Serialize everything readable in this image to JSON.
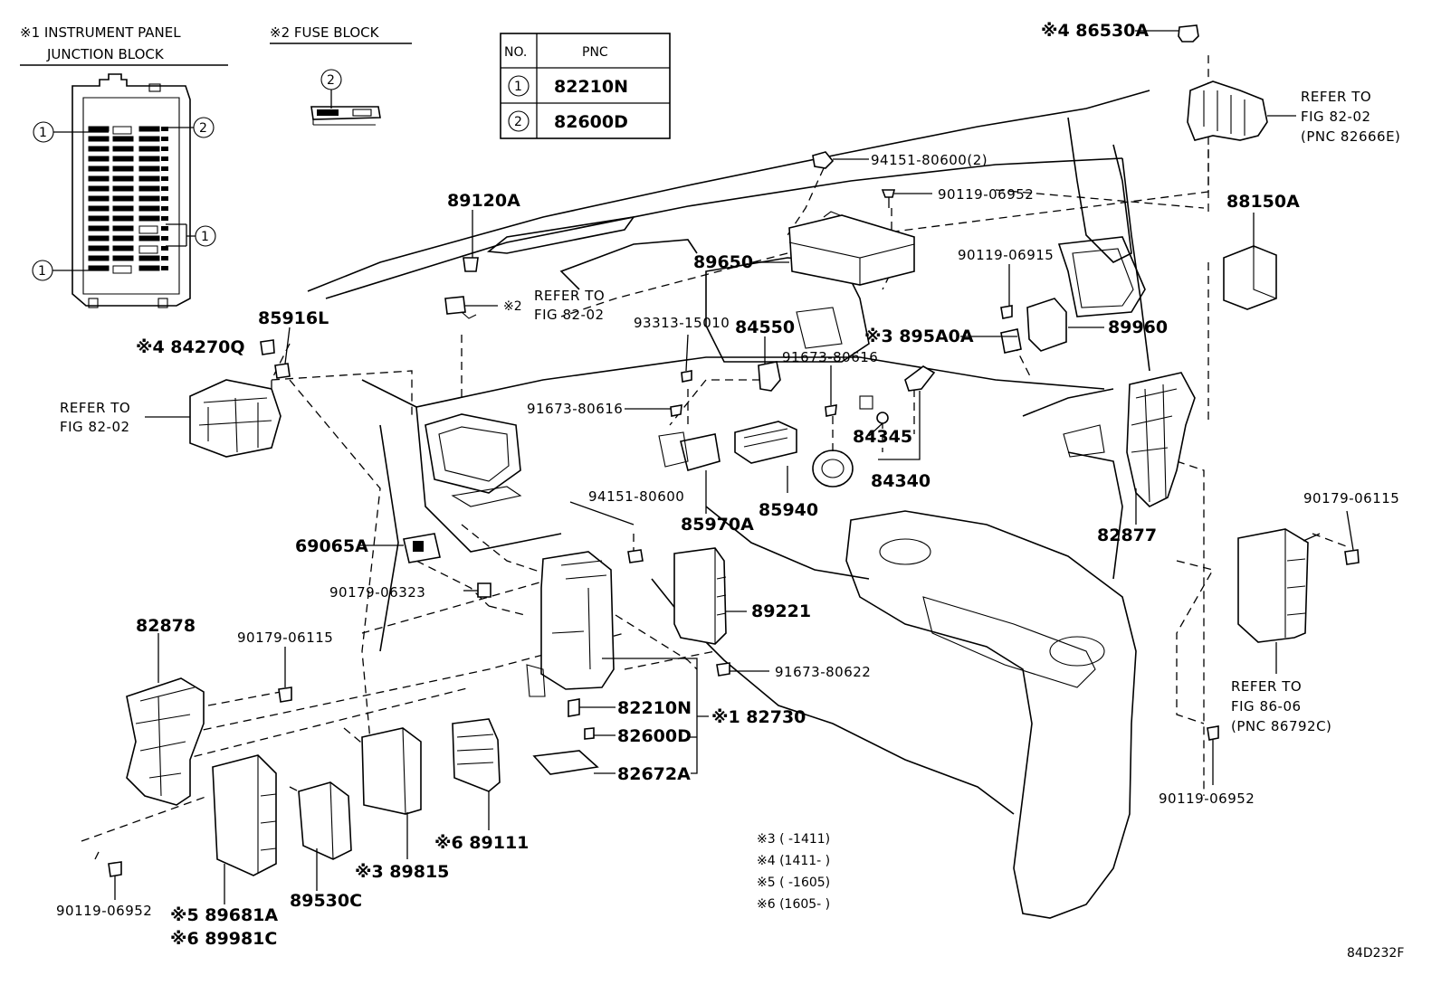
{
  "legend_jb": {
    "line1": "※1 INSTRUMENT PANEL",
    "line2": "JUNCTION BLOCK"
  },
  "legend_fuse": {
    "title": "※2  FUSE BLOCK"
  },
  "pnc_table": {
    "col_no": "NO.",
    "col_pnc": "PNC",
    "rows": [
      {
        "no": "1",
        "pnc": "82210N"
      },
      {
        "no": "2",
        "pnc": "82600D"
      }
    ]
  },
  "callouts": {
    "one": "1",
    "two": "2"
  },
  "parts": {
    "p86530A": "※4 86530A",
    "p82666_1": "REFER TO",
    "p82666_2": "FIG 82-02",
    "p82666_3": "(PNC 82666E)",
    "p94151_2": "94151-80600(2)",
    "p90119_06952_top": "90119-06952",
    "p88150A": "88150A",
    "p89120A": "89120A",
    "p89650": "89650",
    "p90119_06915": "90119-06915",
    "p2_ref_mark": "※2",
    "p2_ref_1": "REFER TO",
    "p2_ref_2": "FIG 82-02",
    "p85916L": "85916L",
    "p84270Q": "※4 84270Q",
    "p93313": "93313-15010",
    "p84550": "84550",
    "p895A0A": "※3 895A0A",
    "p89960": "89960",
    "p91673_80616_a": "91673-80616",
    "p91673_80616_b": "91673-80616",
    "left_ref_1": "REFER TO",
    "left_ref_2": "FIG 82-02",
    "p84345": "84345",
    "p84340": "84340",
    "p85940": "85940",
    "p94151_80600": "94151-80600",
    "p85970A": "85970A",
    "p82877": "82877",
    "p90179_06115_r": "90179-06115",
    "p69065A": "69065A",
    "p90179_06323": "90179-06323",
    "p89221": "89221",
    "p82878": "82878",
    "p90179_06115_l": "90179-06115",
    "p91673_80622": "91673-80622",
    "right_ref_1": "REFER TO",
    "right_ref_2": "FIG 86-06",
    "right_ref_3": "(PNC 86792C)",
    "p82210N": "82210N",
    "p82730": "※1 82730",
    "p82600D": "82600D",
    "p82672A": "82672A",
    "p90119_06952_r": "90119-06952",
    "p89111": "※6 89111",
    "p89815": "※3 89815",
    "p89530C": "89530C",
    "p89681A": "※5 89681A",
    "p89981C": "※6 89981C",
    "p90119_06952_l": "90119-06952"
  },
  "notes": {
    "n3": "※3 (      -1411)",
    "n4": "※4 (1411-      )",
    "n5": "※5 (      -1605)",
    "n6": "※6 (1605-      )"
  },
  "figure_id": "84D232F"
}
